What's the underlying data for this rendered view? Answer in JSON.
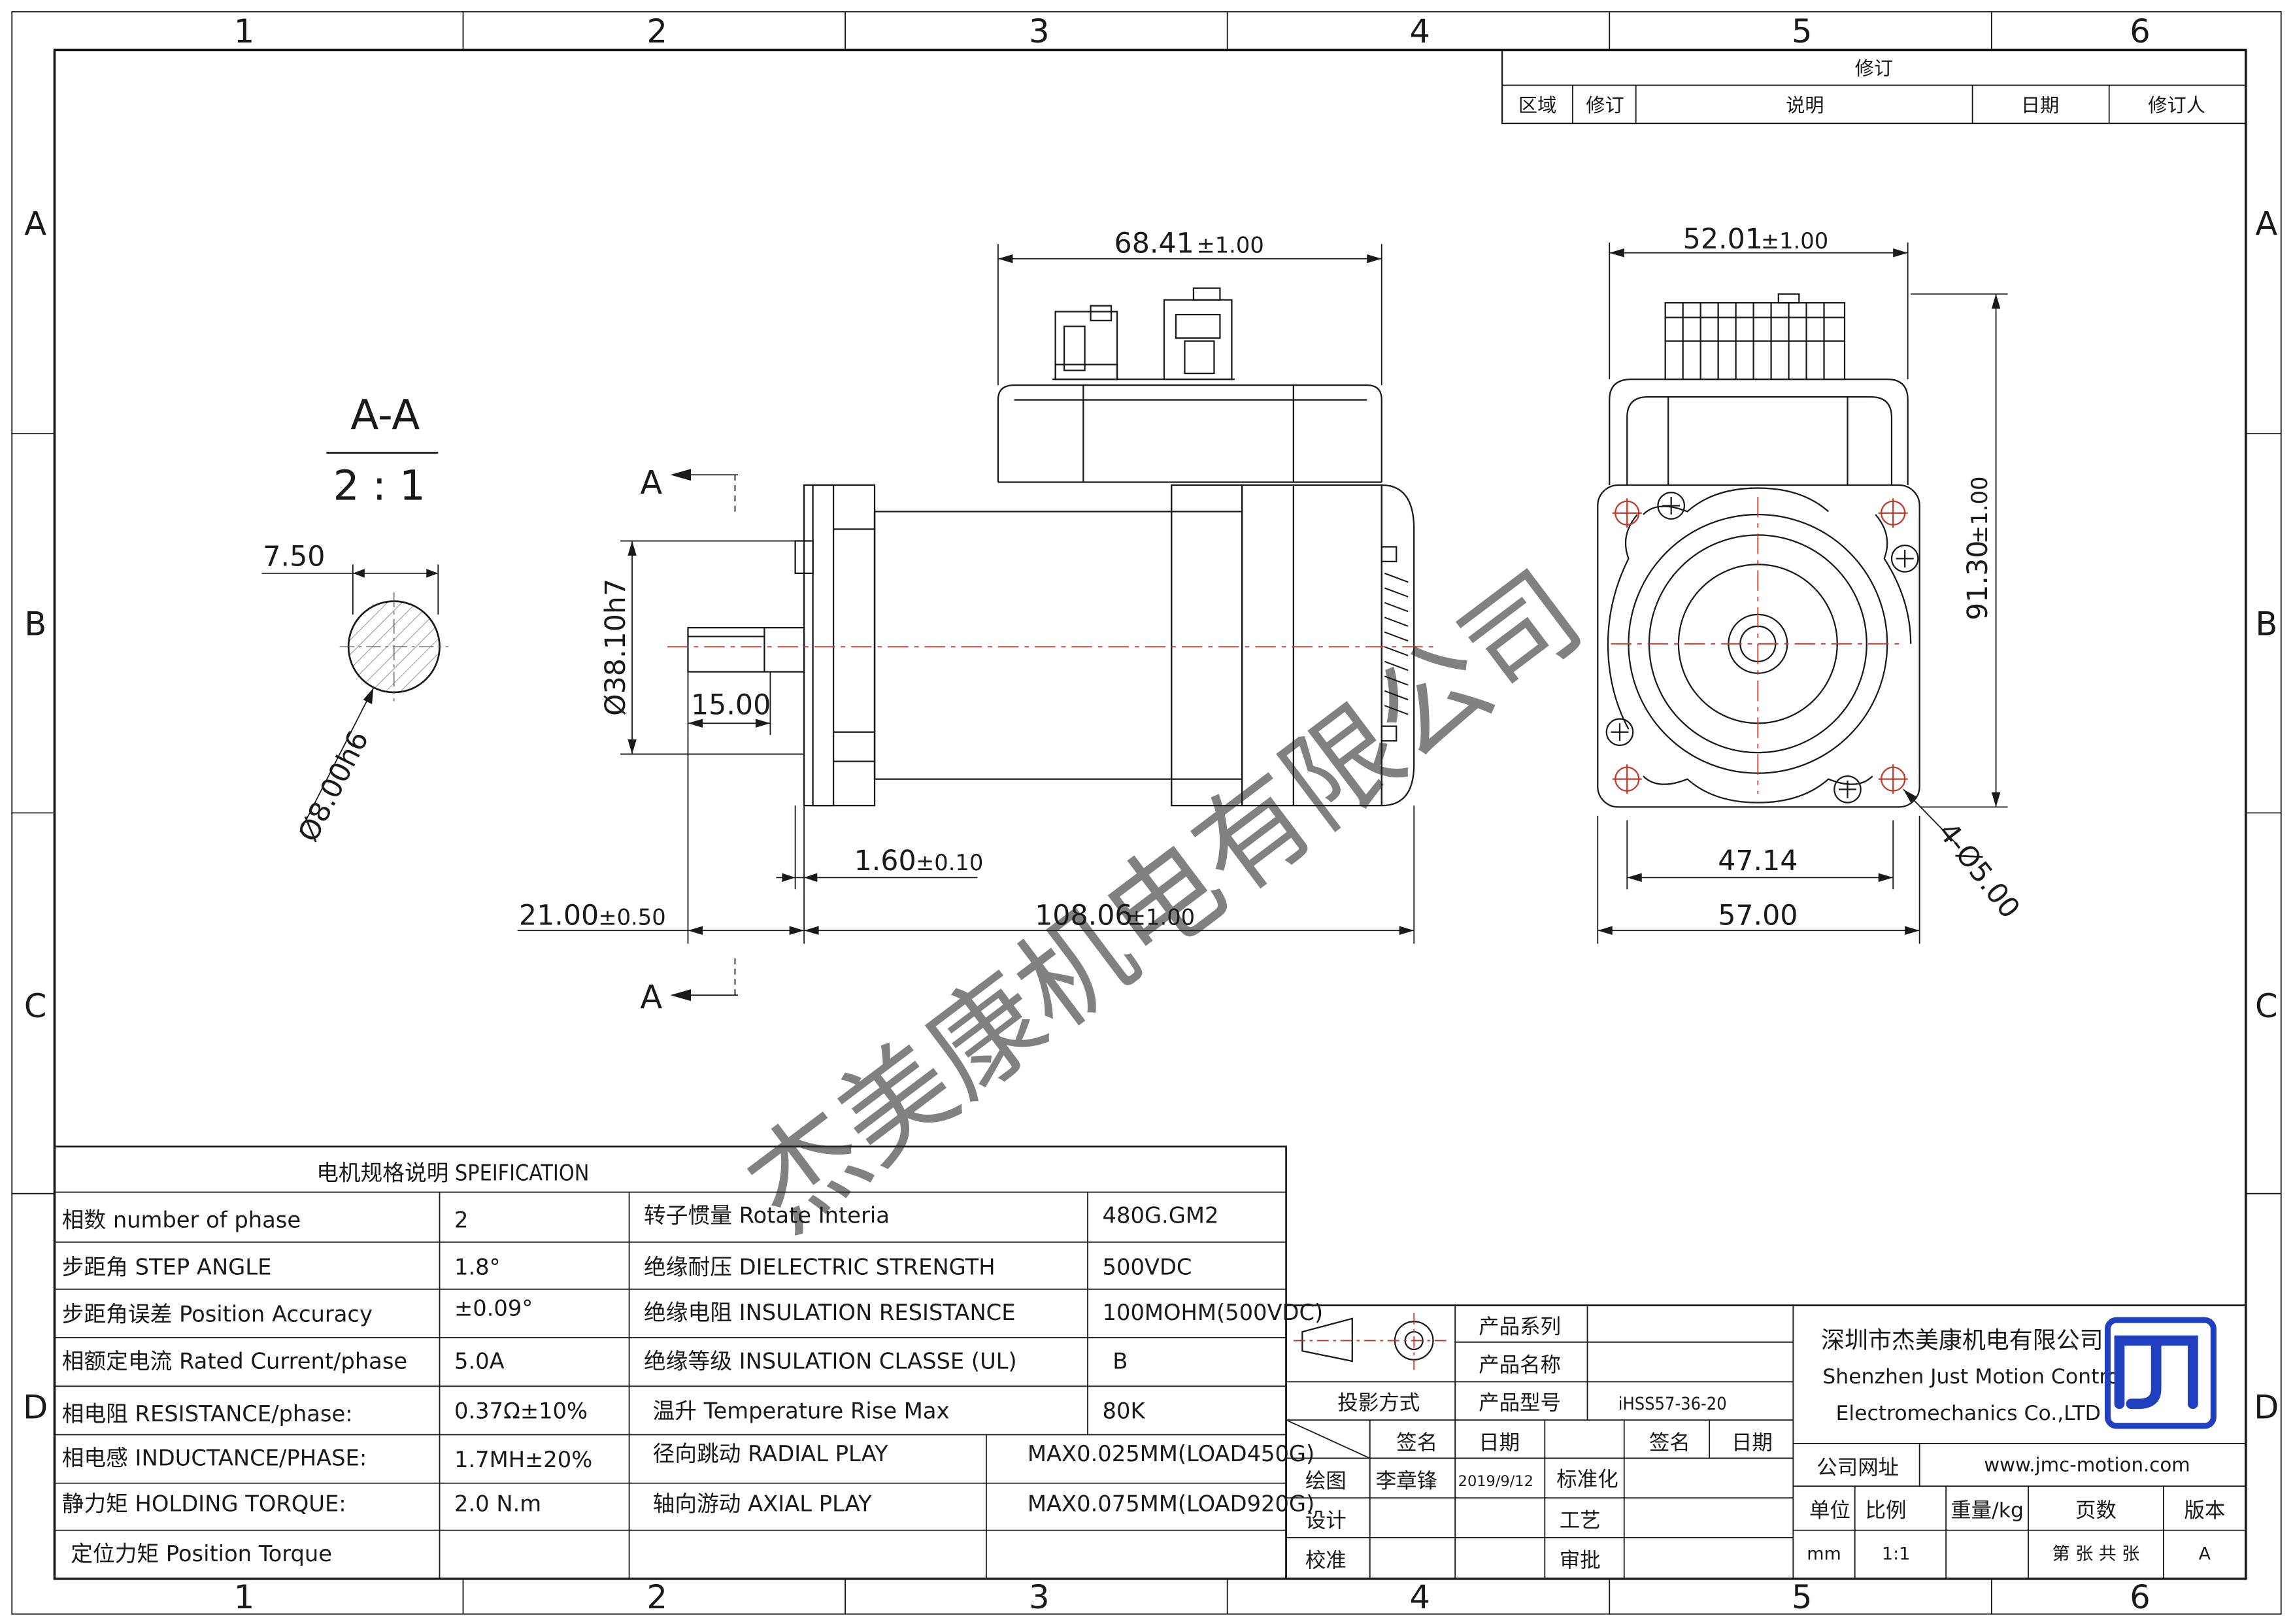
{
  "frame": {
    "col_numbers": [
      "1",
      "2",
      "3",
      "4",
      "5",
      "6"
    ],
    "row_letters": [
      "A",
      "B",
      "C",
      "D"
    ]
  },
  "revision": {
    "title": "修订",
    "headers": [
      "区域",
      "修订",
      "说明",
      "日期",
      "修订人"
    ]
  },
  "section_view": {
    "label": "A-A",
    "scale": "2 : 1",
    "flat_dim": "7.50",
    "diameter_dim": "Ø8.00h6"
  },
  "front_view": {
    "cut_marker_top": "A",
    "cut_marker_bottom": "A",
    "dim_top_value": "68.41",
    "dim_top_tol": "±1.00",
    "pilot_dim": "Ø38.10h7",
    "shaft_len_dim": "15.00",
    "flange_value": "1.60",
    "flange_tol": "±0.10",
    "shaft_ext_value": "21.00",
    "shaft_ext_tol": "±0.50",
    "body_len_value": "108.06",
    "body_len_tol": "±1.00"
  },
  "side_view": {
    "width_top_value": "52.01",
    "width_top_tol": "±1.00",
    "height_value": "91.30",
    "height_tol": "±1.00",
    "hole_spacing": "47.14",
    "flange_width": "57.00",
    "holes": "4-Ø5.00"
  },
  "watermark": "杰美康机电有限公司",
  "spec": {
    "title": "电机规格说明 SPEIFICATION",
    "rows": [
      {
        "l_label": "相数 number of phase",
        "l_value": "2",
        "r_label": "转子惯量 Rotate Interia",
        "r_value": "480G.GM2"
      },
      {
        "l_label": "步距角 STEP ANGLE",
        "l_value": "1.8°",
        "r_label": "绝缘耐压 DIELECTRIC STRENGTH",
        "r_value": "500VDC"
      },
      {
        "l_label": "步距角误差 Position Accuracy",
        "l_value": "±0.09°",
        "r_label": "绝缘电阻 INSULATION RESISTANCE",
        "r_value": "100MOHM(500VDC)"
      },
      {
        "l_label": "相额定电流 Rated Current/phase",
        "l_value": "5.0A",
        "r_label": "绝缘等级 INSULATION CLASSE (UL)",
        "r_value": "B"
      },
      {
        "l_label": "相电阻 RESISTANCE/phase:",
        "l_value": "0.37Ω±10%",
        "r_label": "温升 Temperature Rise Max",
        "r_value": "80K"
      },
      {
        "l_label": "相电感 INDUCTANCE/PHASE:",
        "l_value": "1.7MH±20%",
        "r_label": "径向跳动 RADIAL PLAY",
        "r_value": "MAX0.025MM(LOAD450G)"
      },
      {
        "l_label": "静力矩 HOLDING TORQUE:",
        "l_value": "2.0 N.m",
        "r_label": "轴向游动 AXIAL PLAY",
        "r_value": "MAX0.075MM(LOAD920G)"
      },
      {
        "l_label": "定位力矩 Position Torque",
        "l_value": "",
        "r_label": "",
        "r_value": ""
      }
    ]
  },
  "title_block": {
    "series_label": "产品系列",
    "name_label": "产品名称",
    "model_label": "产品型号",
    "model_value": "iHSS57-36-20",
    "projection_label": "投影方式",
    "sign_label": "签名",
    "date_label": "日期",
    "sign_label_2": "签名",
    "date_label_2": "日期",
    "drawn_label": "绘图",
    "drawn_by": "李章锋",
    "drawn_date": "2019/9/12",
    "standard_label": "标准化",
    "design_label": "设计",
    "process_label": "工艺",
    "check_label": "校准",
    "approve_label": "审批",
    "company_cn": "深圳市杰美康机电有限公司",
    "company_en_1": "Shenzhen Just Motion Control",
    "company_en_2": "Electromechanics Co.,LTD",
    "website_label": "公司网址",
    "website": "www.jmc-motion.com",
    "unit_label": "单位",
    "ratio_label": "比例",
    "weight_label": "重量/kg",
    "pages_label": "页数",
    "version_label": "版本",
    "unit_value": "mm",
    "ratio_value": "1:1",
    "pages_value": "第 张 共 张",
    "version_value": "A",
    "logo_color": "#1f3fbf"
  }
}
